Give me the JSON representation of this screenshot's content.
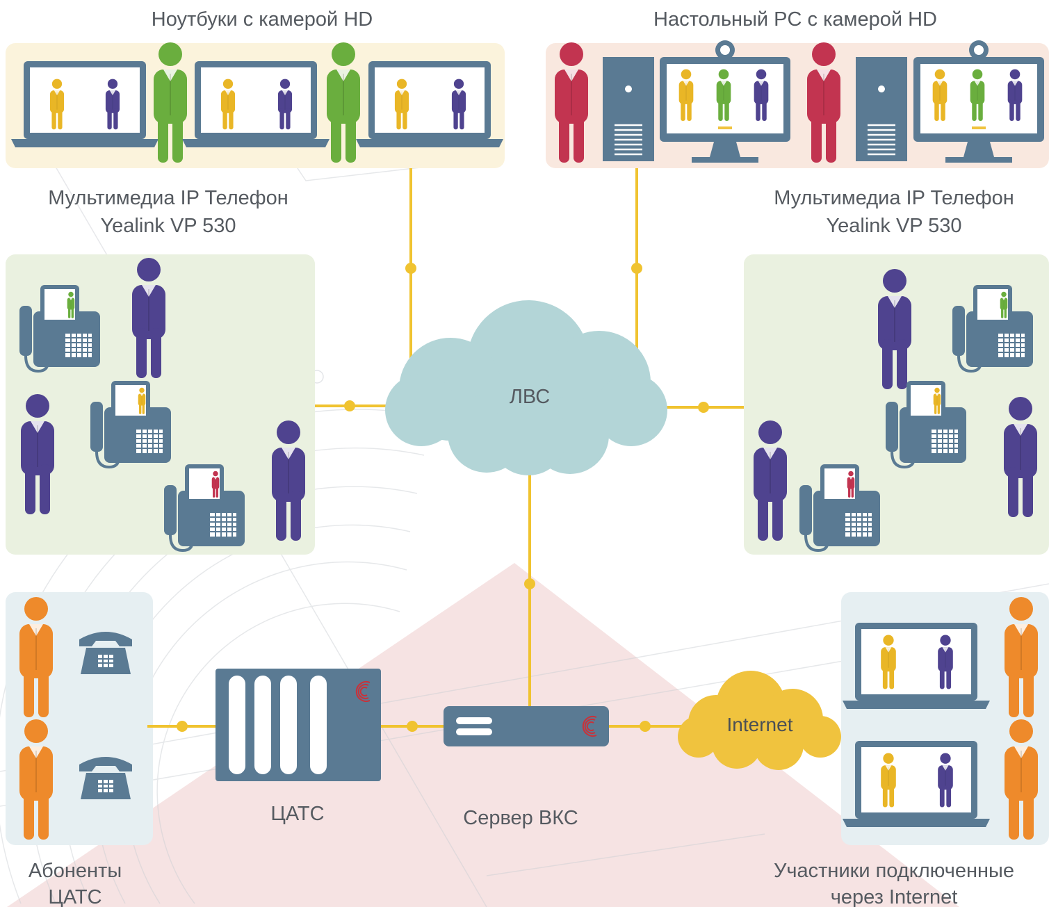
{
  "labels": {
    "laptops": "Ноутбуки с камерой HD",
    "desktops": "Настольный PC с камерой HD",
    "phones_left_line1": "Мультимедиа IP Телефон",
    "phones_left_line2": "Yealink VP 530",
    "phones_right_line1": "Мультимедиа IP Телефон",
    "phones_right_line2": "Yealink VP 530",
    "lan": "ЛВС",
    "internet": "Internet",
    "pbx": "ЦАТС",
    "server": "Сервер ВКС",
    "subscribers_line1": "Абоненты",
    "subscribers_line2": "ЦАТС",
    "remote_line1": "Участники подключенные",
    "remote_line2": "через Internet"
  },
  "colors": {
    "link": "#f0c330",
    "device": "#5a7a93",
    "panel_laptops": "#fbf3dc",
    "panel_desktops": "#f9e8df",
    "panel_phones": "#eaf1e0",
    "panel_subscribers": "#e6eff2",
    "cloud_lan": "#b3d5d7",
    "cloud_internet": "#f0c33e",
    "person_green": "#6aae3e",
    "person_red": "#c23450",
    "person_purple": "#4f438f",
    "person_orange": "#ee8a2b",
    "person_yellow": "#e9b626",
    "brand_logo": "#c8323a"
  },
  "icons": [
    "laptop-icon",
    "desktop-pc-icon",
    "webcam-icon",
    "ip-video-phone-icon",
    "rotary-phone-icon",
    "pbx-icon",
    "server-icon",
    "cloud-icon",
    "person-icon",
    "brand-logo-icon"
  ]
}
